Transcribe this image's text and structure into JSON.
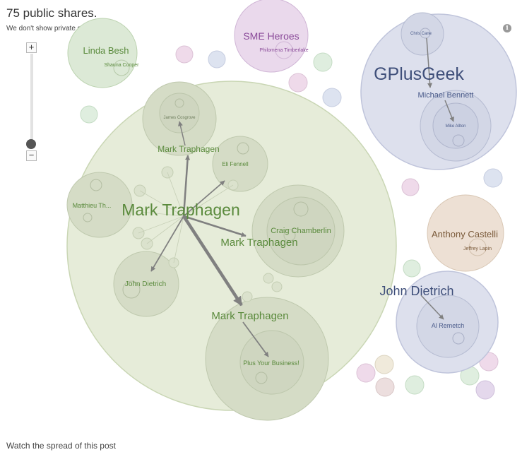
{
  "header": {
    "title": "75 public shares.",
    "subtitle": "We don't show private shares."
  },
  "footer": {
    "text": "Watch the spread of this post"
  },
  "controls": {
    "zoom_in": "+",
    "zoom_out": "−",
    "info": "i"
  },
  "colors": {
    "green": "#6aa84f",
    "green_text": "#558b3a",
    "blue": "#4a5b8a",
    "purple": "#8a4a99",
    "brown": "#7a5a3a",
    "arrow": "#808080"
  },
  "labels": {
    "origin": "Mark Traphagen",
    "mark_top": "Mark Traphagen",
    "mark_mid": "Mark Traphagen",
    "mark_low": "Mark Traphagen",
    "james": "James Cosgrove",
    "eli": "Eli Fennell",
    "matthieu": "Matthieu Th...",
    "craig": "Craig Chamberlin",
    "john_small": "John Dietrich",
    "plus_business": "Plus Your Business!",
    "linda": "Linda Besh",
    "shauna": "Shauna Cooper",
    "sme": "SME Heroes",
    "philomena": "Philomena Timberlake",
    "gplus": "GPlusGeek",
    "chris": "Chris Cane",
    "michael": "Michael Bennett",
    "mike": "Mike Allton",
    "anthony": "Anthony Castelli",
    "jeffrey": "Jeffrey Lapin",
    "john_big": "John Dietrich",
    "al": "Al Remetch"
  }
}
